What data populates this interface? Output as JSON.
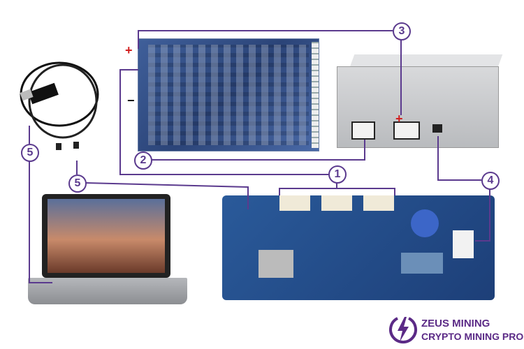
{
  "labels": {
    "hashboard_callout": "3",
    "hashboard_psu_callout": "2",
    "control_board_callout": "1",
    "psu_control_callout": "4",
    "usb_callout": "5",
    "laptop_callout": "5"
  },
  "polarity": {
    "positive": "+",
    "negative": "−",
    "psu_positive": "+"
  },
  "logo": {
    "line1": "ZEUS MINING",
    "line2": "CRYPTO MINING PRO"
  },
  "colors": {
    "line": "#5b3a8e",
    "brand": "#5b2a86",
    "positive": "#d21f1f"
  }
}
